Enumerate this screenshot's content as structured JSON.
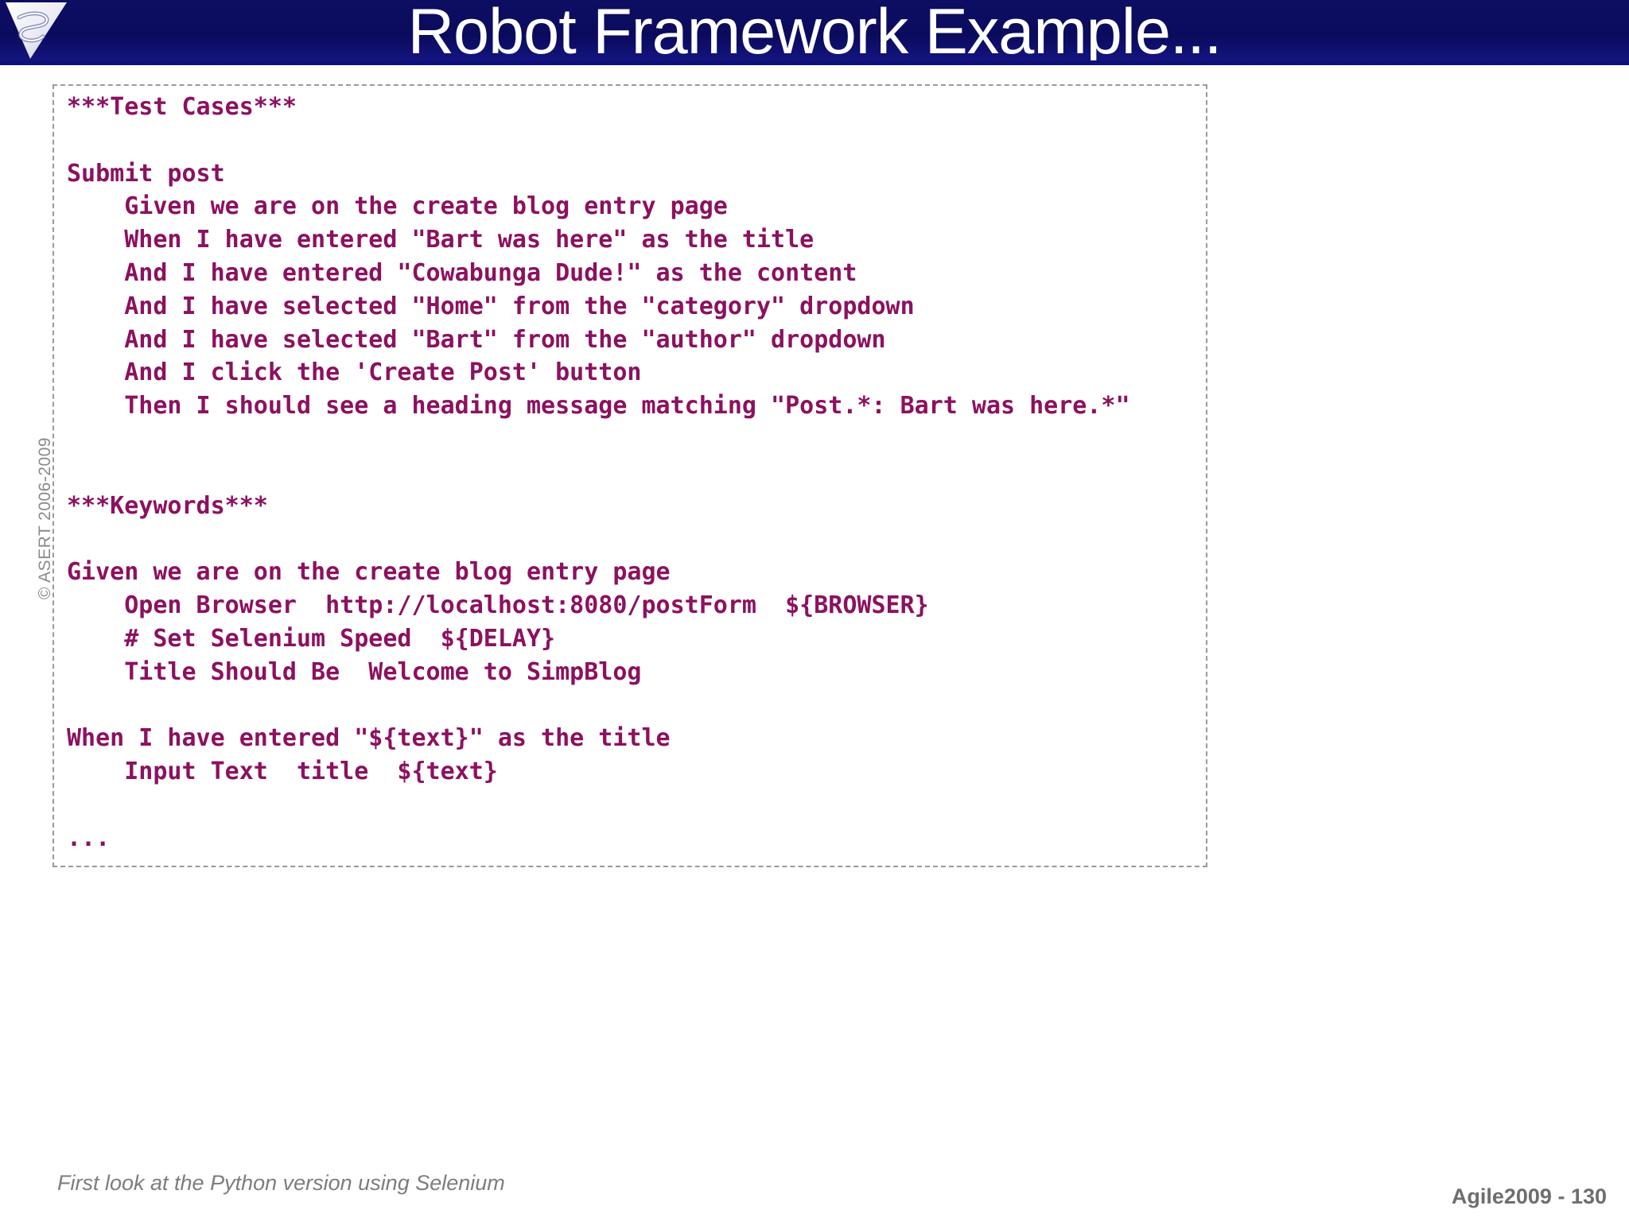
{
  "slide": {
    "title": "Robot Framework Example...",
    "header_bg": "#0d0d66",
    "title_color": "#ffffff",
    "code_color": "#8c1160"
  },
  "logo": {
    "icon": "asert-triangle-s-logo"
  },
  "sidebar": {
    "copyright": "© ASERT 2006-2009"
  },
  "code": {
    "lines": [
      "***Test Cases***",
      "",
      "Submit post",
      "    Given we are on the create blog entry page",
      "    When I have entered \"Bart was here\" as the title",
      "    And I have entered \"Cowabunga Dude!\" as the content",
      "    And I have selected \"Home\" from the \"category\" dropdown",
      "    And I have selected \"Bart\" from the \"author\" dropdown",
      "    And I click the 'Create Post' button",
      "    Then I should see a heading message matching \"Post.*: Bart was here.*\"",
      "",
      "",
      "***Keywords***",
      "",
      "Given we are on the create blog entry page",
      "    Open Browser  http://localhost:8080/postForm  ${BROWSER}",
      "    # Set Selenium Speed  ${DELAY}",
      "    Title Should Be  Welcome to SimpBlog",
      "",
      "When I have entered \"${text}\" as the title",
      "    Input Text  title  ${text}",
      "",
      "...",
      ""
    ]
  },
  "footer": {
    "caption": "First look at the Python version using Selenium",
    "page_info": "Agile2009 - 130"
  }
}
